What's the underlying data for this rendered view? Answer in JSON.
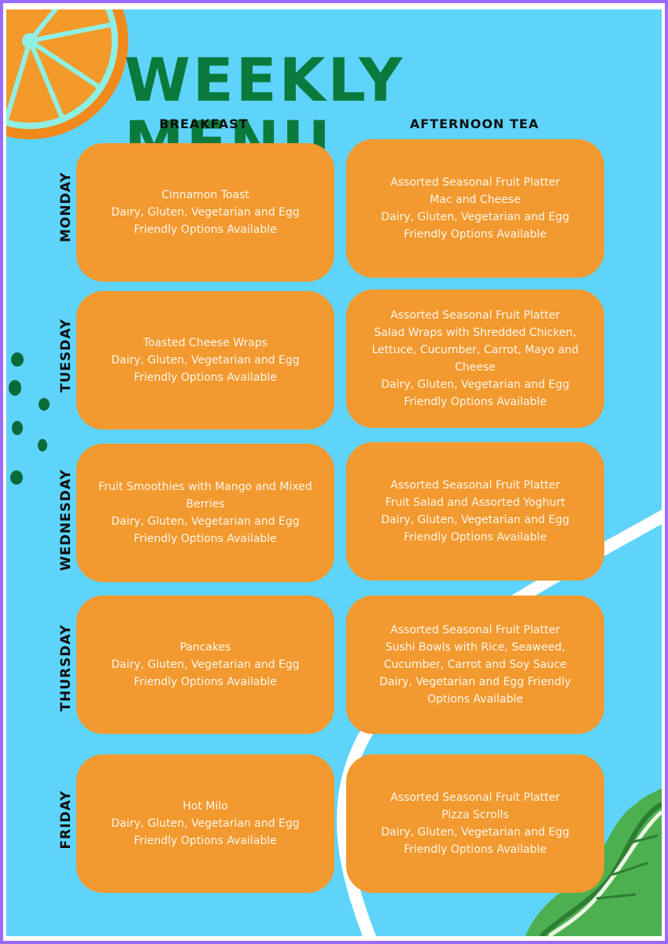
{
  "title": "WEEKLY MENU",
  "columns": {
    "breakfast": "BREAKFAST",
    "afternoon_tea": "AFTERNOON TEA"
  },
  "days": [
    {
      "name": "MONDAY",
      "breakfast": [
        "Cinnamon Toast",
        "Dairy, Gluten, Vegetarian and Egg",
        "Friendly Options Available"
      ],
      "afternoon_tea": [
        "Assorted Seasonal Fruit Platter",
        "Mac and Cheese",
        "Dairy, Gluten, Vegetarian and Egg",
        "Friendly Options Available"
      ]
    },
    {
      "name": "TUESDAY",
      "breakfast": [
        "Toasted Cheese Wraps",
        "Dairy, Gluten, Vegetarian and Egg",
        "Friendly Options Available"
      ],
      "afternoon_tea": [
        "Assorted Seasonal Fruit Platter",
        "Salad Wraps with Shredded Chicken,",
        "Lettuce, Cucumber, Carrot, Mayo and",
        "Cheese",
        "Dairy, Gluten, Vegetarian and Egg",
        "Friendly Options Available"
      ]
    },
    {
      "name": "WEDNESDAY",
      "breakfast": [
        "Fruit Smoothies with Mango and Mixed",
        "Berries",
        "Dairy, Gluten, Vegetarian and Egg",
        "Friendly Options Available"
      ],
      "afternoon_tea": [
        "Assorted Seasonal Fruit Platter",
        "Fruit Salad and Assorted Yoghurt",
        "Dairy, Gluten, Vegetarian and Egg",
        "Friendly Options Available"
      ]
    },
    {
      "name": "THURSDAY",
      "breakfast": [
        "Pancakes",
        "Dairy, Gluten, Vegetarian and Egg",
        "Friendly Options Available"
      ],
      "afternoon_tea": [
        "Assorted Seasonal Fruit Platter",
        "Sushi Bowls with Rice, Seaweed,",
        "Cucumber, Carrot and Soy Sauce",
        "Dairy, Vegetarian and Egg Friendly",
        "Options Available"
      ]
    },
    {
      "name": "FRIDAY",
      "breakfast": [
        "Hot Milo",
        "Dairy, Gluten, Vegetarian and Egg",
        "Friendly Options Available"
      ],
      "afternoon_tea": [
        "Assorted Seasonal Fruit Platter",
        "Pizza Scrolls",
        "Dairy, Gluten, Vegetarian and Egg",
        "Friendly Options Available"
      ]
    }
  ],
  "colors": {
    "background": "#5fd4fb",
    "card": "#f2992f",
    "title": "#0a7a3c",
    "orange_slice": "#f08a1c",
    "lettuce": "#4caf50",
    "dots": "#0a6b3a"
  },
  "decorations": [
    "orange-slice-icon",
    "lettuce-leaf-icon",
    "green-dots",
    "white-curve"
  ]
}
